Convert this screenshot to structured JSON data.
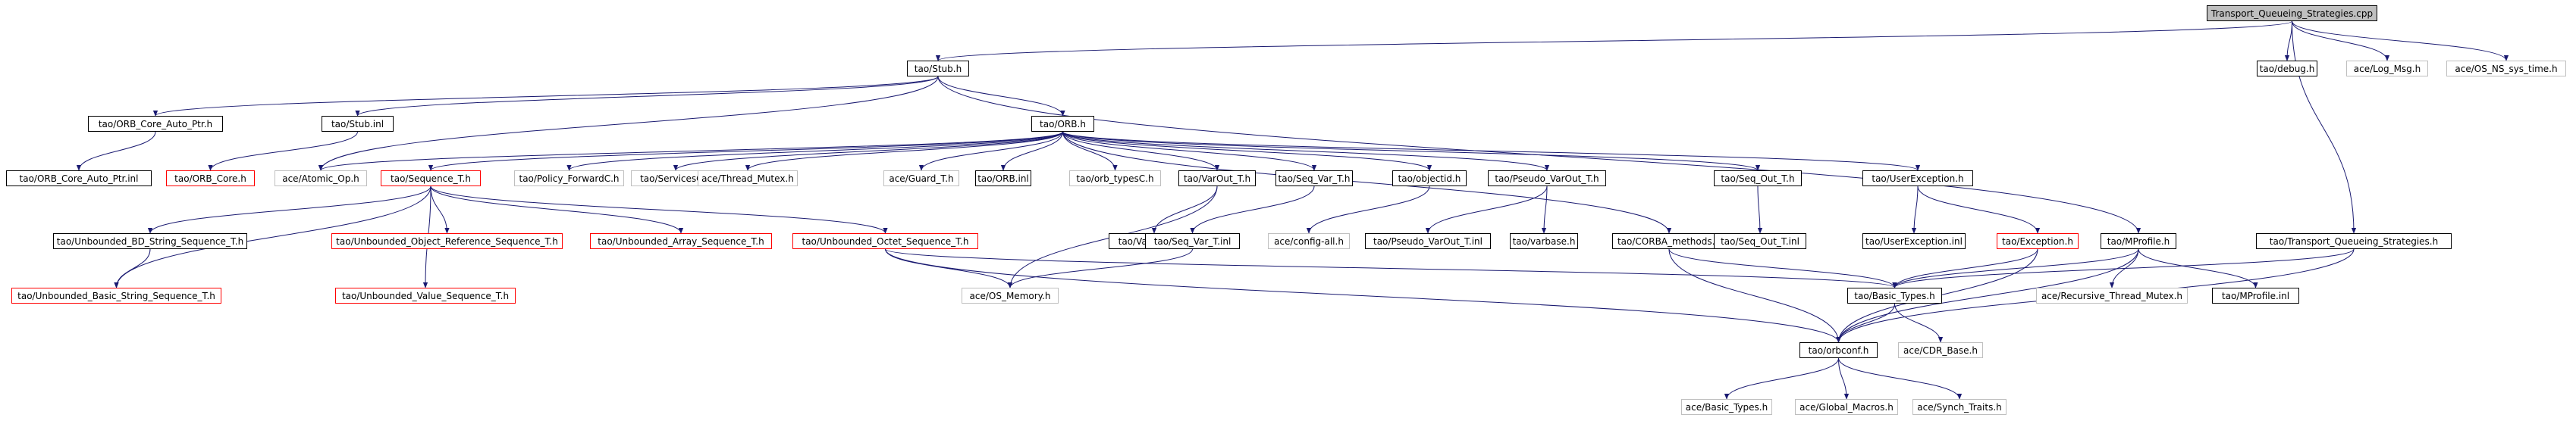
{
  "colors": {
    "edge": "#191970",
    "root_fill": "#bfbfbf",
    "default_border": "#000000",
    "plain_border": "#bfbfbf",
    "red_border": "#ff0000"
  },
  "nodes": {
    "root": {
      "label": "Transport_Queueing_Strategies.cpp",
      "style": "root"
    },
    "stub_h": {
      "label": "tao/Stub.h",
      "style": "default"
    },
    "debug": {
      "label": "tao/debug.h",
      "style": "default"
    },
    "logmsg": {
      "label": "ace/Log_Msg.h",
      "style": "plain"
    },
    "ossys": {
      "label": "ace/OS_NS_sys_time.h",
      "style": "plain"
    },
    "orbcap": {
      "label": "tao/ORB_Core_Auto_Ptr.h",
      "style": "default"
    },
    "stubinl": {
      "label": "tao/Stub.inl",
      "style": "default"
    },
    "orb_h": {
      "label": "tao/ORB.h",
      "style": "default"
    },
    "orbcapi": {
      "label": "tao/ORB_Core_Auto_Ptr.inl",
      "style": "default"
    },
    "orbcore": {
      "label": "tao/ORB_Core.h",
      "style": "red"
    },
    "atomic": {
      "label": "ace/Atomic_Op.h",
      "style": "plain"
    },
    "seqT": {
      "label": "tao/Sequence_T.h",
      "style": "red"
    },
    "polfwd": {
      "label": "tao/Policy_ForwardC.h",
      "style": "plain"
    },
    "servc": {
      "label": "tao/ServicesC.h",
      "style": "plain"
    },
    "thrmx": {
      "label": "ace/Thread_Mutex.h",
      "style": "plain"
    },
    "guard": {
      "label": "ace/Guard_T.h",
      "style": "plain"
    },
    "orbinl": {
      "label": "tao/ORB.inl",
      "style": "default"
    },
    "orbtyp": {
      "label": "tao/orb_typesC.h",
      "style": "plain"
    },
    "varout": {
      "label": "tao/VarOut_T.h",
      "style": "default"
    },
    "seqvar": {
      "label": "tao/Seq_Var_T.h",
      "style": "default"
    },
    "objid": {
      "label": "tao/objectid.h",
      "style": "default"
    },
    "pvarout": {
      "label": "tao/Pseudo_VarOut_T.h",
      "style": "default"
    },
    "seqout": {
      "label": "tao/Seq_Out_T.h",
      "style": "default"
    },
    "userex": {
      "label": "tao/UserException.h",
      "style": "default"
    },
    "ubds": {
      "label": "tao/Unbounded_BD_String_Sequence_T.h",
      "style": "default"
    },
    "uobjref": {
      "label": "tao/Unbounded_Object_Reference_Sequence_T.h",
      "style": "red"
    },
    "uarr": {
      "label": "tao/Unbounded_Array_Sequence_T.h",
      "style": "red"
    },
    "uoct": {
      "label": "tao/Unbounded_Octet_Sequence_T.h",
      "style": "red"
    },
    "varoutinl": {
      "label": "tao/VarOut_T.inl",
      "style": "default"
    },
    "seqvarinl": {
      "label": "tao/Seq_Var_T.inl",
      "style": "default"
    },
    "cfgall": {
      "label": "ace/config-all.h",
      "style": "plain"
    },
    "pvoinl": {
      "label": "tao/Pseudo_VarOut_T.inl",
      "style": "default"
    },
    "varbase": {
      "label": "tao/varbase.h",
      "style": "default"
    },
    "corbam": {
      "label": "tao/CORBA_methods.h",
      "style": "default"
    },
    "seqoutinl": {
      "label": "tao/Seq_Out_T.inl",
      "style": "default"
    },
    "userexinl": {
      "label": "tao/UserException.inl",
      "style": "default"
    },
    "excep": {
      "label": "tao/Exception.h",
      "style": "red"
    },
    "mprof": {
      "label": "tao/MProfile.h",
      "style": "default"
    },
    "tqsh": {
      "label": "tao/Transport_Queueing_Strategies.h",
      "style": "default"
    },
    "ubstr": {
      "label": "tao/Unbounded_Basic_String_Sequence_T.h",
      "style": "red"
    },
    "uval": {
      "label": "tao/Unbounded_Value_Sequence_T.h",
      "style": "red"
    },
    "osmem": {
      "label": "ace/OS_Memory.h",
      "style": "plain"
    },
    "btypes": {
      "label": "tao/Basic_Types.h",
      "style": "default"
    },
    "recmx": {
      "label": "ace/Recursive_Thread_Mutex.h",
      "style": "plain"
    },
    "mprofinl": {
      "label": "tao/MProfile.inl",
      "style": "default"
    },
    "cdrb": {
      "label": "ace/CDR_Base.h",
      "style": "plain"
    },
    "orbconf": {
      "label": "tao/orbconf.h",
      "style": "default"
    },
    "acebt": {
      "label": "ace/Basic_Types.h",
      "style": "plain"
    },
    "globm": {
      "label": "ace/Global_Macros.h",
      "style": "plain"
    },
    "synch": {
      "label": "ace/Synch_Traits.h",
      "style": "plain"
    }
  },
  "edges": [
    [
      "root",
      "stub_h"
    ],
    [
      "root",
      "debug"
    ],
    [
      "root",
      "logmsg"
    ],
    [
      "root",
      "ossys"
    ],
    [
      "root",
      "tqsh"
    ],
    [
      "stub_h",
      "orbcap"
    ],
    [
      "stub_h",
      "stubinl"
    ],
    [
      "stub_h",
      "orb_h"
    ],
    [
      "stub_h",
      "atomic"
    ],
    [
      "stub_h",
      "mprof"
    ],
    [
      "orbcap",
      "orbcapi"
    ],
    [
      "stubinl",
      "orbcore"
    ],
    [
      "orb_h",
      "atomic"
    ],
    [
      "orb_h",
      "seqT"
    ],
    [
      "orb_h",
      "polfwd"
    ],
    [
      "orb_h",
      "servc"
    ],
    [
      "orb_h",
      "thrmx"
    ],
    [
      "orb_h",
      "guard"
    ],
    [
      "orb_h",
      "orbinl"
    ],
    [
      "orb_h",
      "orbtyp"
    ],
    [
      "orb_h",
      "varout"
    ],
    [
      "orb_h",
      "seqvar"
    ],
    [
      "orb_h",
      "objid"
    ],
    [
      "orb_h",
      "pvarout"
    ],
    [
      "orb_h",
      "corbam"
    ],
    [
      "orb_h",
      "seqout"
    ],
    [
      "orb_h",
      "userex"
    ],
    [
      "seqT",
      "ubds"
    ],
    [
      "seqT",
      "uobjref"
    ],
    [
      "seqT",
      "uarr"
    ],
    [
      "seqT",
      "uoct"
    ],
    [
      "seqT",
      "uval"
    ],
    [
      "seqT",
      "ubstr"
    ],
    [
      "ubds",
      "ubstr"
    ],
    [
      "uoct",
      "osmem"
    ],
    [
      "uoct",
      "btypes"
    ],
    [
      "uoct",
      "orbconf"
    ],
    [
      "varout",
      "varoutinl"
    ],
    [
      "varout",
      "osmem"
    ],
    [
      "seqvar",
      "seqvarinl"
    ],
    [
      "seqvarinl",
      "osmem"
    ],
    [
      "objid",
      "cfgall"
    ],
    [
      "pvarout",
      "pvoinl"
    ],
    [
      "pvarout",
      "varbase"
    ],
    [
      "corbam",
      "btypes"
    ],
    [
      "corbam",
      "orbconf"
    ],
    [
      "seqout",
      "seqoutinl"
    ],
    [
      "userex",
      "userexinl"
    ],
    [
      "userex",
      "excep"
    ],
    [
      "excep",
      "btypes"
    ],
    [
      "excep",
      "orbconf"
    ],
    [
      "mprof",
      "btypes"
    ],
    [
      "mprof",
      "recmx"
    ],
    [
      "mprof",
      "mprofinl"
    ],
    [
      "mprof",
      "orbconf"
    ],
    [
      "tqsh",
      "btypes"
    ],
    [
      "tqsh",
      "orbconf"
    ],
    [
      "btypes",
      "cdrb"
    ],
    [
      "btypes",
      "orbconf"
    ],
    [
      "orbconf",
      "acebt"
    ],
    [
      "orbconf",
      "globm"
    ],
    [
      "orbconf",
      "synch"
    ]
  ]
}
